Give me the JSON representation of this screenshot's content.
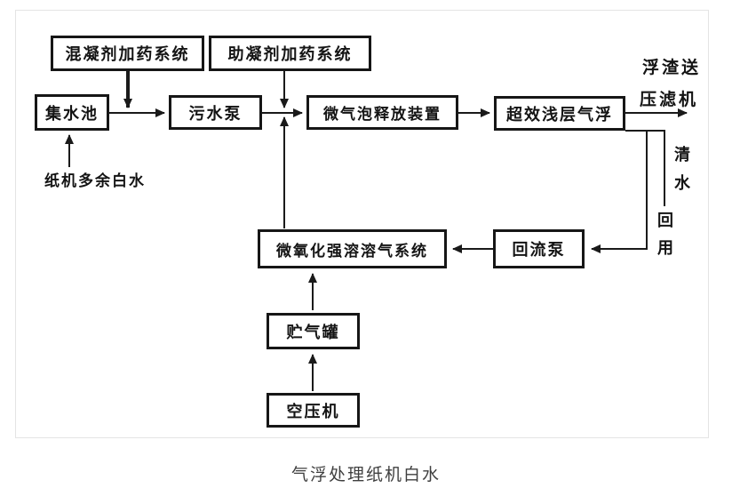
{
  "diagram": {
    "caption": "气浮处理纸机白水",
    "nodes": [
      {
        "id": "coagulant-dosing-system",
        "label": "混凝剂加药系统"
      },
      {
        "id": "aid-dosing-system",
        "label": "助凝剂加药系统"
      },
      {
        "id": "collecting-sump",
        "label": "集水池"
      },
      {
        "id": "sewage-pump",
        "label": "污水泵"
      },
      {
        "id": "microbubble-release-unit",
        "label": "微气泡释放装置"
      },
      {
        "id": "shallow-air-flotation",
        "label": "超效浅层气浮"
      },
      {
        "id": "air-dissolving-system",
        "label": "微氧化强溶溶气系统"
      },
      {
        "id": "reflux-pump",
        "label": "回流泵"
      },
      {
        "id": "gas-storage-tank",
        "label": "贮气罐"
      },
      {
        "id": "air-compressor",
        "label": "空压机"
      }
    ],
    "labels": {
      "inflow": "纸机多余白水",
      "scum_line1": "浮渣送",
      "scum_line2": "压滤机",
      "clear_water": "清水",
      "reuse": "回用"
    },
    "colors": {
      "line": "#1a1a1a",
      "frame_border": "#e4e4e4",
      "caption_text": "#3f3f3f"
    }
  }
}
